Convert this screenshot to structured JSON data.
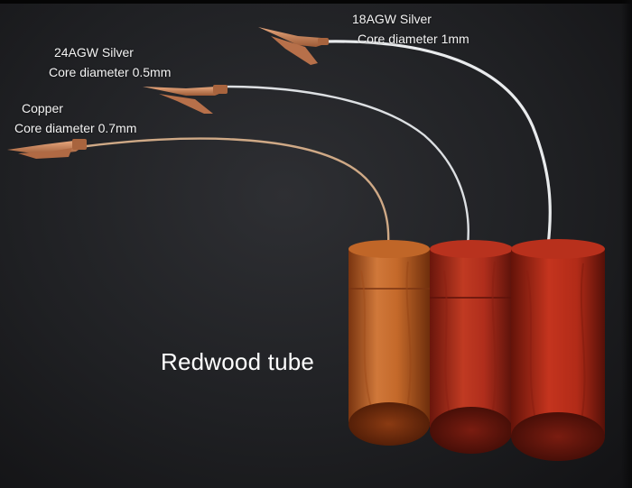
{
  "labels": {
    "silver_18": {
      "line1": "18AGW Silver",
      "line2": "Core diameter 1mm"
    },
    "silver_24": {
      "line1": "24AGW Silver",
      "line2": "Core diameter 0.5mm"
    },
    "copper": {
      "line1": "Copper",
      "line2": "Core diameter 0.7mm"
    }
  },
  "caption": "Redwood tube",
  "colors": {
    "background": "#1f2023",
    "wire_silver": "#e6e8ea",
    "wire_copper": "#c9a07a",
    "clip_copper": "#c8835c",
    "tube_light_wood": "#c56a2a",
    "tube_red_wood": "#b5301f"
  }
}
